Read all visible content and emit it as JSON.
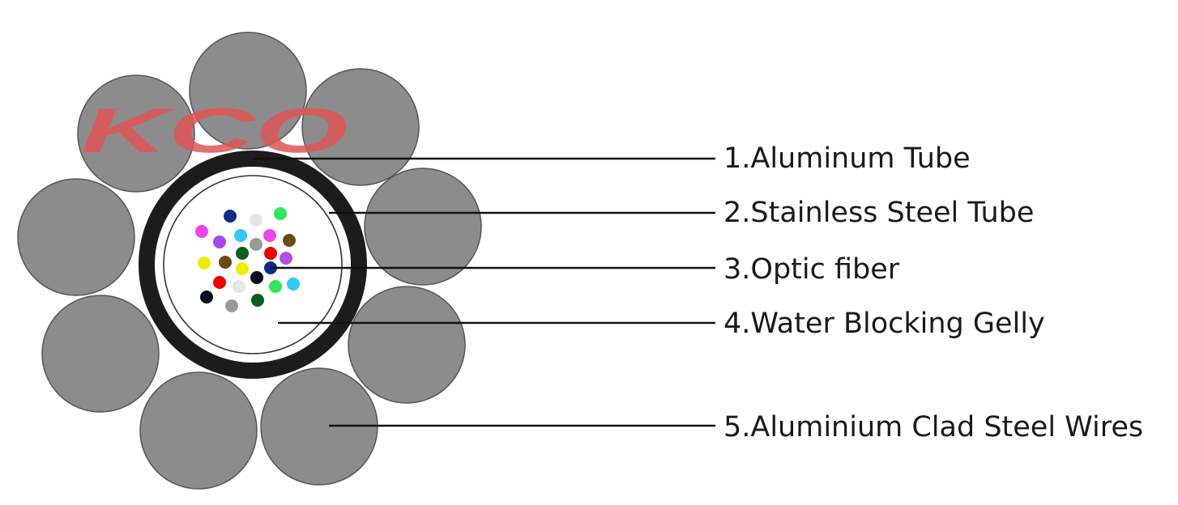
{
  "watermark": {
    "text": "KCO",
    "color": "#e05555"
  },
  "colors": {
    "wire_fill": "#8c8c8c",
    "wire_stroke": "#555555",
    "aluminum_tube": "#1c1c1c",
    "steel_tube_line": "#333333",
    "leader_line": "#111111"
  },
  "labels": [
    {
      "id": "aluminum-tube",
      "text": "1.Aluminum Tube"
    },
    {
      "id": "stainless-steel-tube",
      "text": "2.Stainless Steel Tube"
    },
    {
      "id": "optic-fiber",
      "text": "3.Optic fiber"
    },
    {
      "id": "water-blocking-gelly",
      "text": "4.Water Blocking Gelly"
    },
    {
      "id": "aluminium-clad-steel-wires",
      "text": "5.Aluminium Clad Steel Wires"
    }
  ],
  "fiber_colors": [
    "#0d2b8c",
    "#e6e6e6",
    "#2ee85a",
    "#ee44ee",
    "#a846e8",
    "#33c8ee",
    "#9a9a9a",
    "#ee44ee",
    "#6b4a14",
    "#eeee00",
    "#6b4a14",
    "#0a5e1e",
    "#ee0000",
    "#b050e8",
    "#eeee00",
    "#0d2b8c",
    "#ee0000",
    "#e6e6e6",
    "#050a1e",
    "#2ee85a",
    "#33c8ee",
    "#050a1e",
    "#9a9a9a",
    "#0a5e1e"
  ]
}
